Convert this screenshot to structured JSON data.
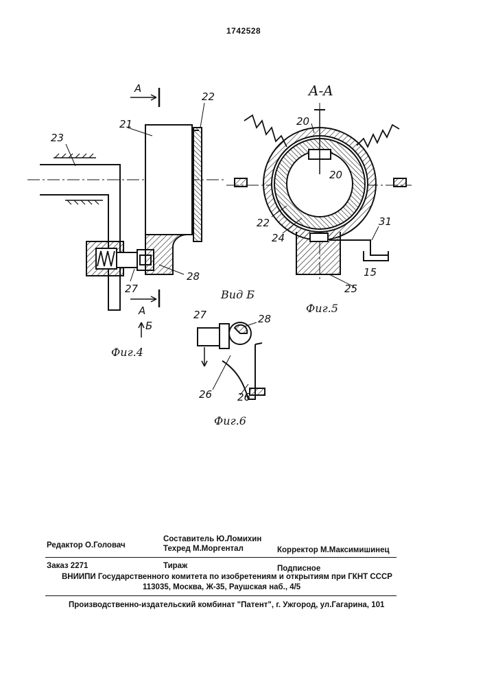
{
  "patent_number": "1742528",
  "section_label": "A-A",
  "view_label": "Вид Б",
  "arrow_labels": {
    "a_top": "A",
    "a_bottom": "A",
    "b": "Б"
  },
  "figures": {
    "fig4": "Фиг.4",
    "fig5": "Фиг.5",
    "fig6": "Фиг.6"
  },
  "part_labels": {
    "n21": "21",
    "n22": "22",
    "n23": "23",
    "n27": "27",
    "n28": "28",
    "n20a": "20",
    "n20b": "20",
    "n22b": "22",
    "n24": "24",
    "n31": "31",
    "n15": "15",
    "n25": "25",
    "n27b": "27",
    "n28b": "28",
    "n26a": "26",
    "n26b": "26"
  },
  "imprint": {
    "editor": "Редактор О.Головач",
    "compiler": "Составитель  Ю.Ломихин",
    "techred": "Техред М.Моргентал",
    "corrector": "Корректор М.Максимишинец",
    "order": "Заказ  2271",
    "circulation": "Тираж",
    "subscription": "Подписное",
    "organization": "ВНИИПИ Государственного комитета по изобретениям и открытиям при ГКНТ СССР",
    "address": "113035, Москва, Ж-35, Раушская наб., 4/5",
    "publisher": "Производственно-издательский комбинат \"Патент\", г. Ужгород, ул.Гагарина, 101"
  }
}
